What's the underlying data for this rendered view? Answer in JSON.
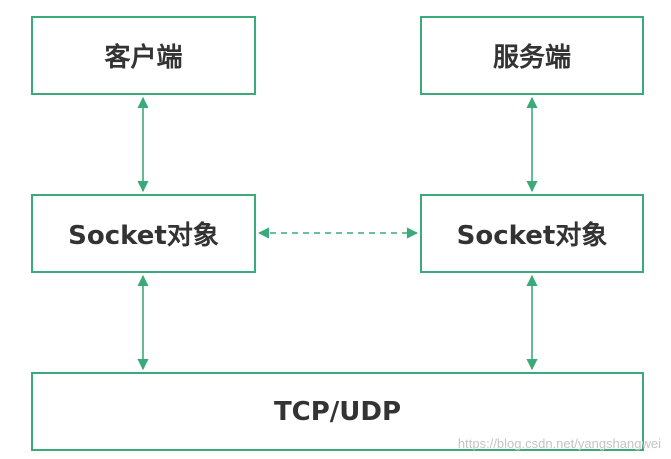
{
  "nodes": {
    "client": "客户端",
    "server": "服务端",
    "socket_left": "Socket对象",
    "socket_right": "Socket对象",
    "transport": "TCP/UDP"
  },
  "edges": [
    {
      "from": "client",
      "to": "socket_left",
      "style": "solid",
      "arrows": "both"
    },
    {
      "from": "server",
      "to": "socket_right",
      "style": "solid",
      "arrows": "both"
    },
    {
      "from": "socket_left",
      "to": "socket_right",
      "style": "dashed",
      "arrows": "both"
    },
    {
      "from": "socket_left",
      "to": "transport",
      "style": "solid",
      "arrows": "both"
    },
    {
      "from": "socket_right",
      "to": "transport",
      "style": "solid",
      "arrows": "both"
    }
  ],
  "watermark": "https://blog.csdn.net/yangshangwei",
  "colors": {
    "border": "#3aaa7a",
    "arrow": "#3aaa7a",
    "text": "#333333"
  }
}
